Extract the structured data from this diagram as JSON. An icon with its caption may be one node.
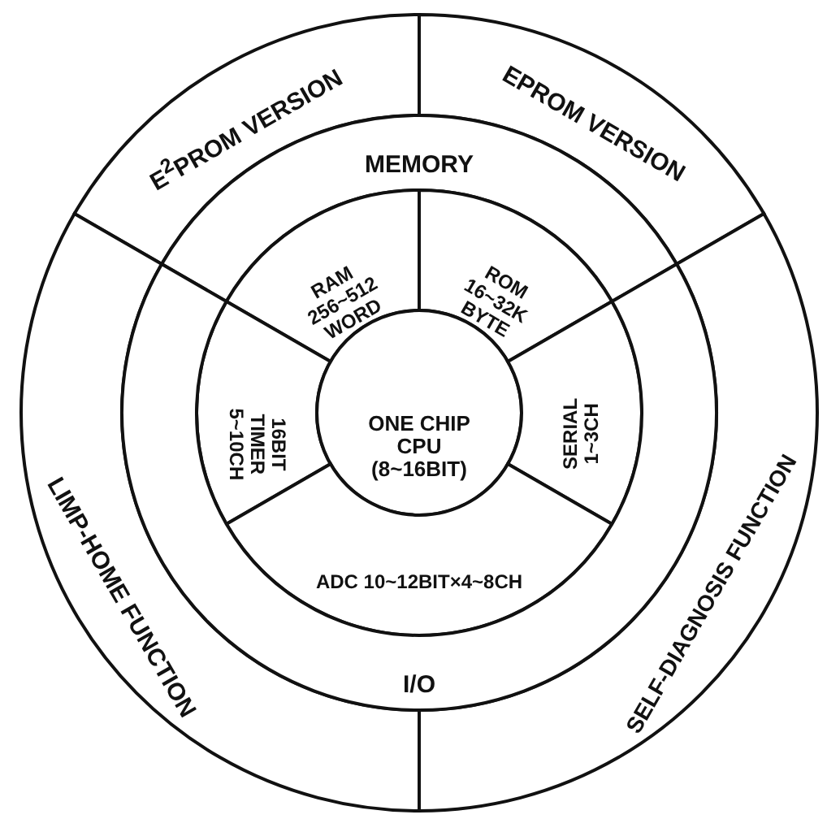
{
  "diagram": {
    "nodes": [
      {
        "text": [
          "E$^{2}$PROM VERSION"
        ]
      },
      {
        "text": [
          "EPROM VERSION"
        ]
      },
      {
        "text": [
          "MEMORY"
        ]
      },
      {
        "text": [
          "RAM 256~512 WORD"
        ]
      },
      {
        "text": [
          "ROM 16~32K BYTE"
        ]
      },
      {
        "text": [
          "16BIT TIMER 5~10CH"
        ]
      },
      {
        "text": [
          "ONE CHIP CPU (8~16BIT)"
        ]
      },
      {
        "text": [
          "SERIAL 1~3CH"
        ]
      },
      {
        "text": [
          "LIMP-HOME FUNCTION"
        ]
      },
      {
        "text": [
          "SELF-DIAGNOSIS FUNCTION"
        ]
      },
      {
        "text": [
          "ADC 10~12BIT×4~8CH"
        ]
      },
      {
        "text": [
          "I/O"
        ]
      }
    ]
  }
}
